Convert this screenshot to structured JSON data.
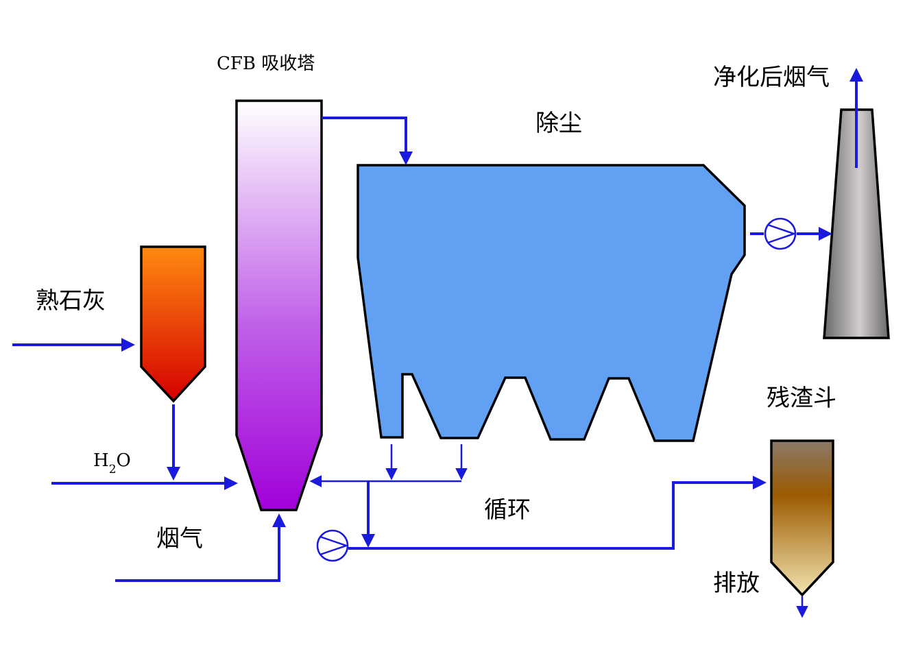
{
  "labels": {
    "cfb_tower": "CFB 吸收塔",
    "dust_removal": "除尘",
    "clean_flue_gas": "净化后烟气",
    "slaked_lime": "熟石灰",
    "water_h": "H",
    "water_sub": "2",
    "water_o": "O",
    "flue_gas": "烟气",
    "recirculation": "循环",
    "residue_hopper": "残渣斗",
    "discharge": "排放"
  },
  "colors": {
    "flow_line": "#1a1adc",
    "dust_collector": "#62a0f4",
    "tower_top": "#ffffff",
    "tower_bottom": "#a000d8",
    "lime_top": "#ff8a10",
    "lime_bottom": "#d40000",
    "stack_edge": "#6a6a6a",
    "stack_center": "#d2cdcd",
    "residue_top": "#8a7a6a",
    "residue_mid": "#9b5a00",
    "residue_bottom": "#f3e4b0"
  },
  "icons": [
    "fan-icon",
    "pump-icon"
  ]
}
